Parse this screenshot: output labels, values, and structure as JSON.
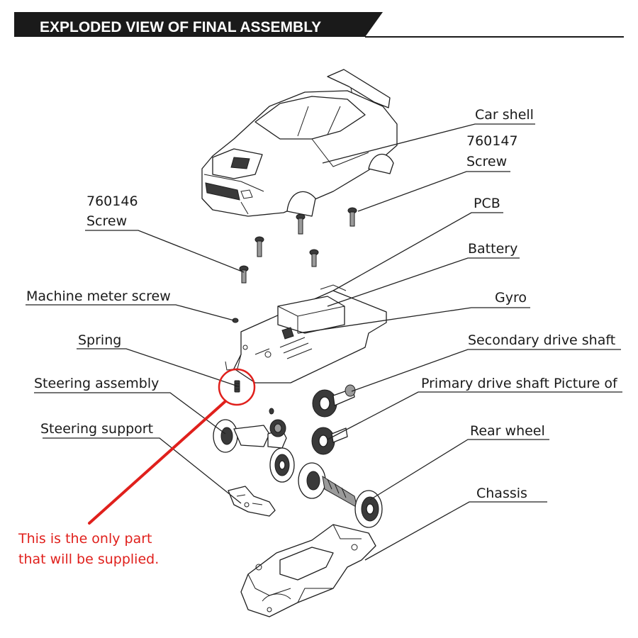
{
  "header": {
    "title": "EXPLODED VIEW OF FINAL ASSEMBLY"
  },
  "labels": {
    "car_shell": "Car shell",
    "screw_760147_code": "760147",
    "screw_760147_name": "Screw",
    "screw_760146_code": "760146",
    "screw_760146_name": "Screw",
    "pcb": "PCB",
    "battery": "Battery",
    "machine_meter_screw": "Machine meter screw",
    "gyro": "Gyro",
    "spring": "Spring",
    "secondary_drive_shaft": "Secondary drive shaft",
    "steering_assembly": "Steering assembly",
    "primary_drive_shaft": "Primary drive shaft Picture of",
    "steering_support": "Steering support",
    "rear_wheel": "Rear wheel",
    "chassis": "Chassis"
  },
  "annotation": {
    "line1": "This is the only part",
    "line2": "that will be supplied.",
    "color": "#e0201c"
  }
}
